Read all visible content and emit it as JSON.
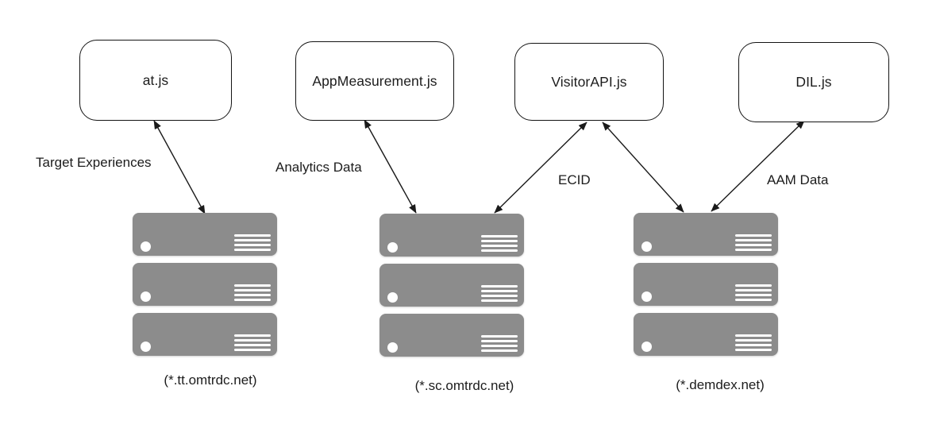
{
  "diagram": {
    "type": "architecture-diagram",
    "nodes": [
      {
        "id": "atjs",
        "label": "at.js"
      },
      {
        "id": "appmeasurement",
        "label": "AppMeasurement.js"
      },
      {
        "id": "visitorapi",
        "label": "VisitorAPI.js"
      },
      {
        "id": "dil",
        "label": "DIL.js"
      }
    ],
    "edges": [
      {
        "from": "at.js",
        "to": "(*.tt.omtrdc.net)",
        "label": "Target Experiences",
        "bidirectional": true
      },
      {
        "from": "AppMeasurement.js",
        "to": "(*.sc.omtrdc.net)",
        "label": "Analytics Data",
        "bidirectional": true
      },
      {
        "from": "VisitorAPI.js",
        "to": "(*.sc.omtrdc.net)",
        "label": "",
        "bidirectional": true
      },
      {
        "from": "VisitorAPI.js",
        "to": "(*.demdex.net)",
        "label": "ECID",
        "bidirectional": true
      },
      {
        "from": "DIL.js",
        "to": "(*.demdex.net)",
        "label": "AAM Data",
        "bidirectional": true
      }
    ],
    "servers": [
      {
        "domain": "(*.tt.omtrdc.net)",
        "units": 3
      },
      {
        "domain": "(*.sc.omtrdc.net)",
        "units": 3
      },
      {
        "domain": "(*.demdex.net)",
        "units": 3
      }
    ],
    "colors": {
      "server_gray": "#8c8c8c",
      "line": "#1a1a1a",
      "node_fill": "#ffffff",
      "background": "#ffffff"
    }
  }
}
